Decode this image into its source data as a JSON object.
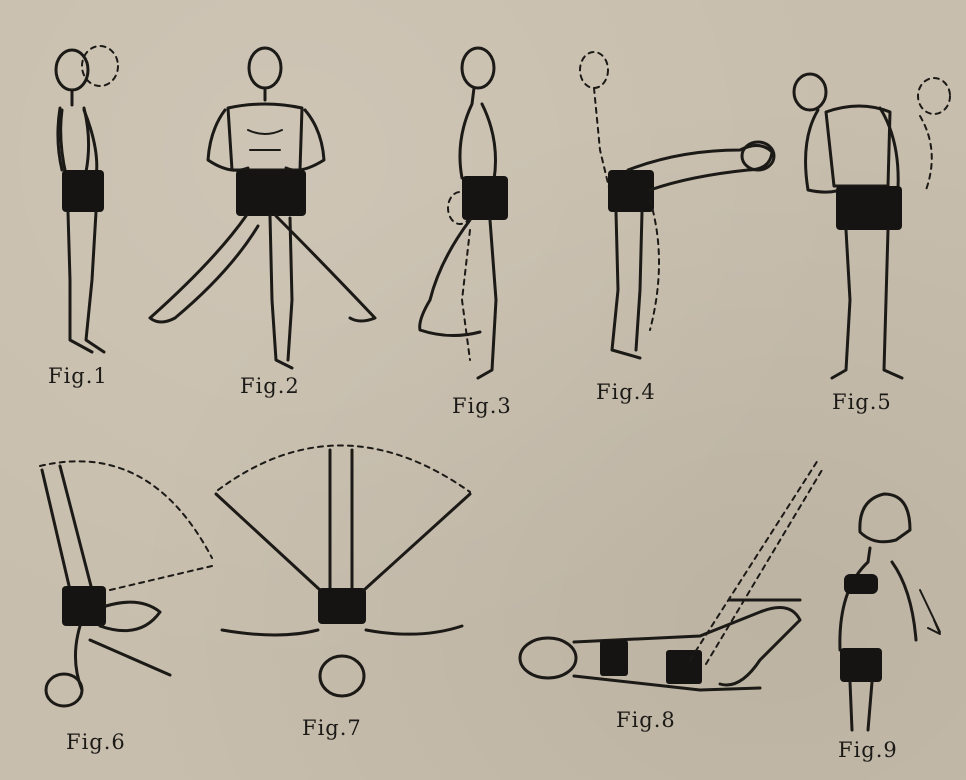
{
  "labels": {
    "fig1": "Fig.1",
    "fig2": "Fig.2",
    "fig3": "Fig.3",
    "fig4": "Fig.4",
    "fig5": "Fig.5",
    "fig6": "Fig.6",
    "fig7": "Fig.7",
    "fig8": "Fig.8",
    "fig9": "Fig.9"
  }
}
